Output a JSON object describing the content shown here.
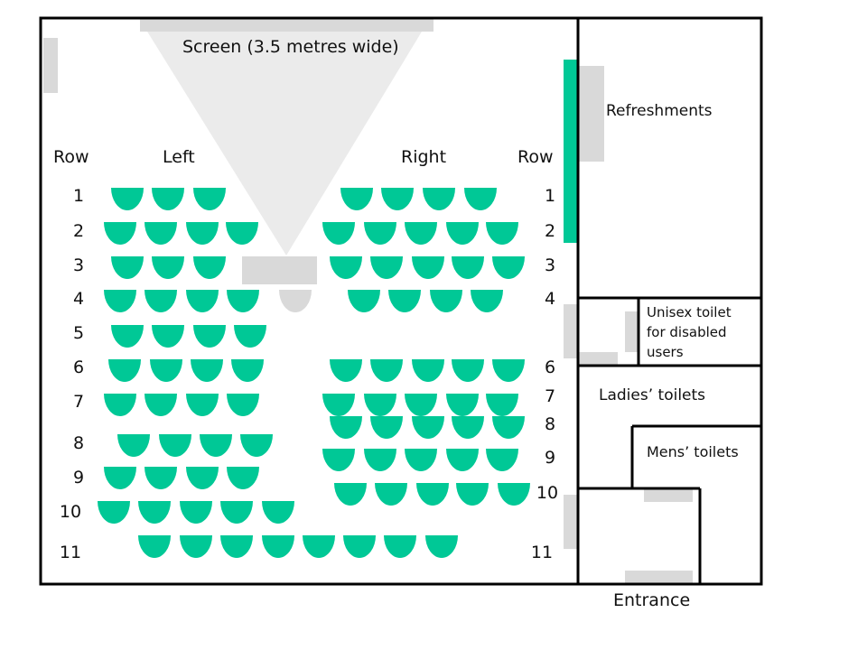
{
  "labels": {
    "screen": "Screen (3.5 metres wide)",
    "row_left": "Row",
    "row_right": "Row",
    "left": "Left",
    "right": "Right",
    "refreshments": "Refreshments",
    "unisex_toilet_line1": "Unisex toilet",
    "unisex_toilet_line2": "for disabled",
    "unisex_toilet_line3": "users",
    "ladies_toilets": "Ladies’ toilets",
    "mens_toilets": "Mens’ toilets",
    "entrance": "Entrance"
  },
  "rows": {
    "left": [
      "1",
      "2",
      "3",
      "4",
      "5",
      "6",
      "7",
      "8",
      "9",
      "10",
      "11"
    ],
    "right": [
      "1",
      "2",
      "3",
      "4",
      "6",
      "7",
      "8",
      "9",
      "10",
      "11"
    ]
  },
  "colors": {
    "seat": "#00c896",
    "accessible_seat": "#d9d9d9",
    "wall": "#000000",
    "fixture": "#d9d9d9",
    "screen_projection": "#ebebeb",
    "wall_accent": "#00c896"
  }
}
